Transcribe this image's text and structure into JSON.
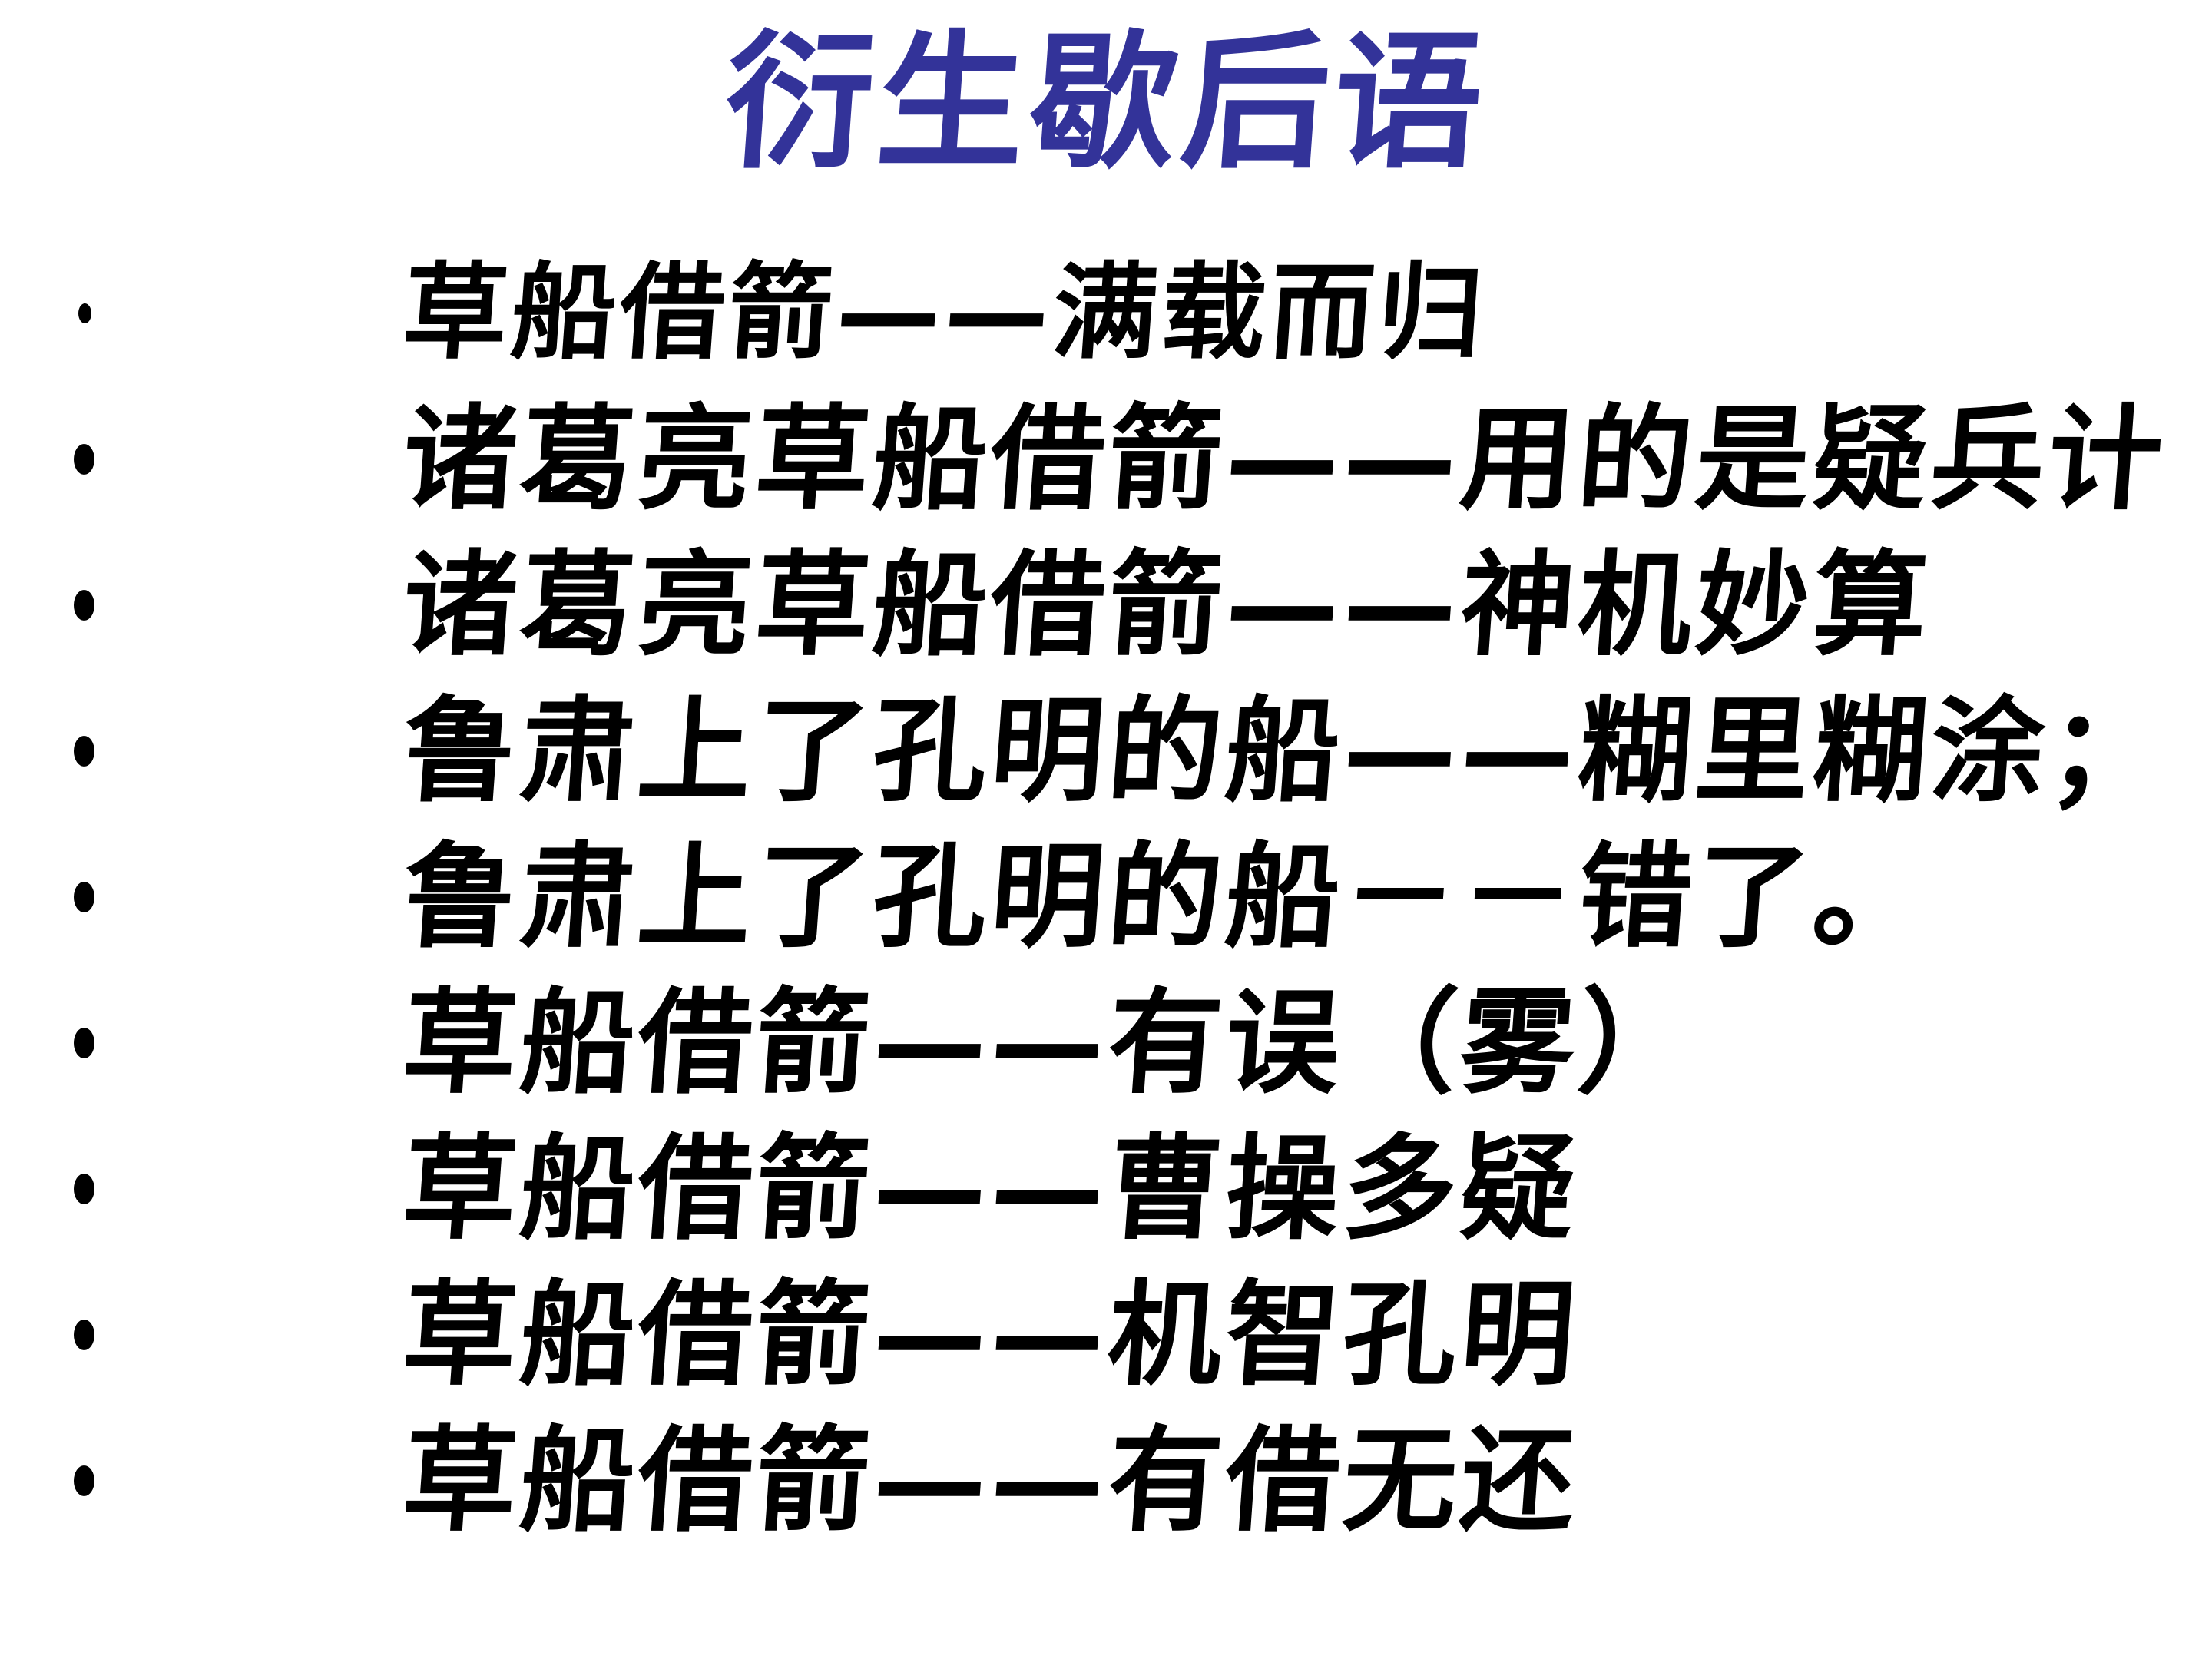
{
  "slide": {
    "title": "衍生歇后语",
    "bullets": [
      "草船借箭——满载而归",
      "诸葛亮草船借箭——用的是疑兵计",
      "诸葛亮草船借箭——神机妙算",
      "鲁肃上了孔明的船——糊里糊涂；",
      "鲁肃上了孔明的船－－错了。",
      "草船借箭——有误（雾）",
      "草船借箭——曹操多疑",
      "草船借箭——机智孔明",
      "草船借箭——有借无还"
    ]
  },
  "colors": {
    "title": "#333399",
    "body_text": "#000000",
    "background": "#FFFFFF"
  }
}
